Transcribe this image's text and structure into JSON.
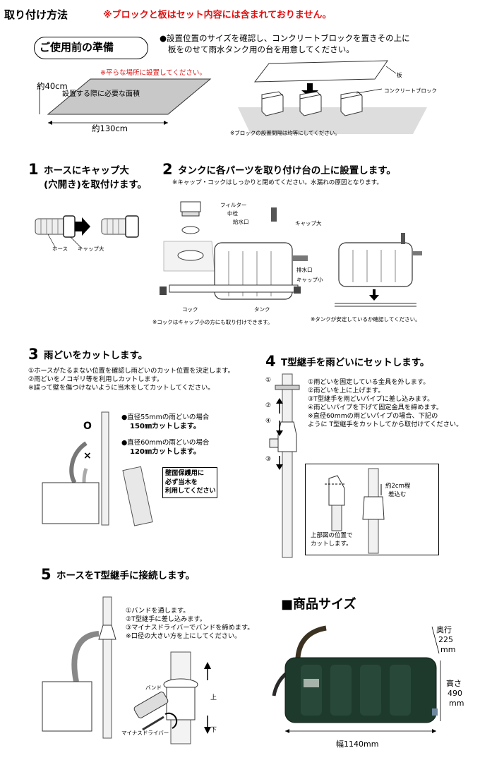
{
  "header": {
    "title": "取り付け方法",
    "notice": "※ブロックと板はセット内容には含まれておりません。"
  },
  "prep": {
    "badge": "ご使用前の準備",
    "desc_line1": "●設置位置のサイズを確認し、コンクリートブロックを置きその上に",
    "desc_line2": "板をのせて雨水タンク用の台を用意してください。",
    "flat_note": "※平らな場所に設置してください。",
    "area_label": "設置する際に必要な面積",
    "depth_label": "約40cm",
    "width_label": "約130cm",
    "board_label": "板",
    "block_label": "コンクリートブロック",
    "spacing_note": "※ブロックの設置間隔は均等にしてください。"
  },
  "step1": {
    "number": "1",
    "title_line1": "ホースにキャップ大",
    "title_line2": "(穴開き)を取付けます。",
    "hose_label": "ホース",
    "cap_label": "キャップ大"
  },
  "step2": {
    "number": "2",
    "title": "タンクに各パーツを取り付け台の上に設置します。",
    "note": "※キャップ・コックはしっかりと閉めてください。水漏れの原因となります。",
    "filter_label": "フィルター",
    "plug_label": "中栓",
    "inlet_label": "給水口",
    "cap_large_label": "キャップ大",
    "drain_label": "排水口",
    "cap_small_label": "キャップ小",
    "cock_label": "コック",
    "tank_label": "タンク",
    "cock_note": "※コックはキャップ小の方にも取り付けできます。",
    "stable_note": "※タンクが安定しているか確認してください。"
  },
  "step3": {
    "number": "3",
    "title": "雨どいをカットします。",
    "line1": "①ホースがたるまない位置を確認し雨どいのカット位置を決定します。",
    "line2": "②雨どいをノコギリ等を利用しカットします。",
    "line3": "※誤って壁を傷つけないように当木をしてカットしてください。",
    "case55_label": "●直径55mmの雨どいの場合",
    "case55_cut": "150㎜カットします。",
    "case60_label": "●直径60mmの雨どいの場合",
    "case60_cut": "120㎜カットします。",
    "wall_note_line1": "壁面保護用に",
    "wall_note_line2": "必ず当木を",
    "wall_note_line3": "利用してください",
    "ok_mark": "O",
    "ng_mark": "×"
  },
  "step4": {
    "number": "4",
    "title": "T型継手を雨どいにセットします。",
    "line1": "①雨どいを固定している金具を外します。",
    "line2": "②雨どいを上に上げます。",
    "line3": "③T型継手を雨どいパイプに差し込みます。",
    "line4": "④雨どいパイプを下げて固定金具を締めます。",
    "line5": "※直径60mmの雨どいパイプの場合、下記の",
    "line6": "ように T型継手をカットしてから取付けてください。",
    "mark1": "①",
    "mark2": "②",
    "mark3": "③",
    "mark4": "④",
    "insert_note_line1": "約2cm程",
    "insert_note_line2": "差込む",
    "cut_note_line1": "上部図の位置で",
    "cut_note_line2": "カットします。"
  },
  "step5": {
    "number": "5",
    "title": "ホースをT型継手に接続します。",
    "line1": "①バンドを通します。",
    "line2": "②T型継手に差し込みます。",
    "line3": "③マイナスドライバーでバンドを締めます。",
    "line4": "※口径の大きい方を上にしてください。",
    "band_label": "バンド",
    "driver_label": "マイナスドライバー",
    "up_label": "上",
    "down_label": "下"
  },
  "product": {
    "heading": "■商品サイズ",
    "depth_label": "奥行",
    "depth_value": "225",
    "depth_unit": "mm",
    "height_label": "高さ",
    "height_value": "490",
    "height_unit": "mm",
    "width_label": "幅1140mm"
  },
  "colors": {
    "accent_red": "#e01010",
    "tank_green": "#1e3a2c",
    "area_gray": "#c8c8c8"
  }
}
